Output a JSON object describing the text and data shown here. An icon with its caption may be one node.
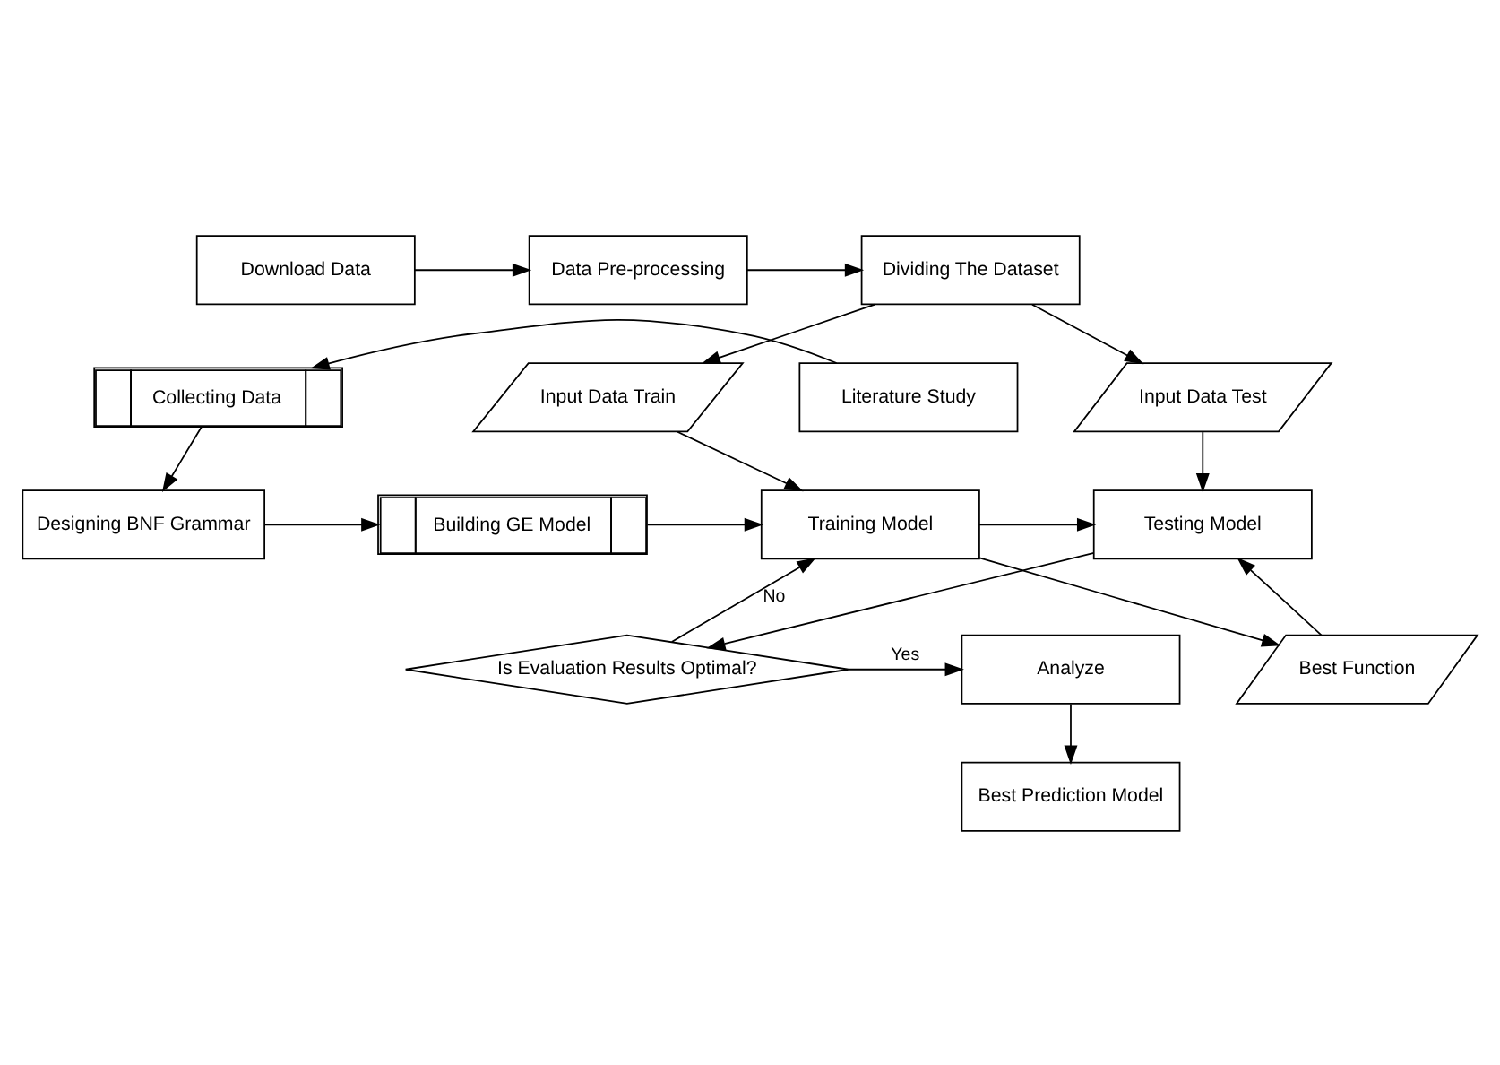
{
  "diagram": {
    "nodes": [
      {
        "text": [
          "Dividing The Dataset"
        ]
      },
      {
        "text": [
          "Data Pre-processing"
        ]
      },
      {
        "text": [
          "Download Data"
        ]
      },
      {
        "text": [
          "Input Data Test"
        ]
      },
      {
        "text": [
          "Input Data Train"
        ]
      },
      {
        "text": [
          "Literature Study"
        ]
      },
      {
        "text": [
          "Collecting Data"
        ]
      },
      {
        "text": [
          "Testing Model"
        ]
      },
      {
        "text": [
          "Training Model"
        ]
      },
      {
        "text": [
          "Building GE Model"
        ]
      },
      {
        "text": [
          "Designing BNF Grammar"
        ]
      },
      {
        "text": [
          "Best Function"
        ]
      },
      {
        "text": [
          "Best Prediction Model"
        ]
      },
      {
        "text": [
          "Is Evaluation Results Optimal?"
        ]
      },
      {
        "text": [
          "Analyze"
        ]
      }
    ],
    "edges": [
      {
        "from": 2,
        "to": 1,
        "arrow": "to"
      },
      {
        "from": 1,
        "to": 0,
        "arrow": "to"
      },
      {
        "from": 0,
        "to": 3,
        "arrow": "to"
      },
      {
        "from": 0,
        "to": 4,
        "arrow": "to"
      },
      {
        "from": 3,
        "to": 7,
        "arrow": "to"
      },
      {
        "from": 4,
        "to": 8,
        "arrow": "to"
      },
      {
        "from": 5,
        "to": 6,
        "arrow": "to"
      },
      {
        "from": 6,
        "to": 10,
        "arrow": "to"
      },
      {
        "from": 10,
        "to": 9,
        "arrow": "to"
      },
      {
        "from": 9,
        "to": 8,
        "arrow": "to"
      },
      {
        "from": 8,
        "to": 7,
        "arrow": "to"
      },
      {
        "from": 8,
        "to": 11,
        "arrow": "to"
      },
      {
        "from": 11,
        "to": 7,
        "arrow": "to"
      },
      {
        "from": 7,
        "to": 13,
        "arrow": "to"
      },
      {
        "from": 13,
        "to": 8,
        "arrow": "to",
        "label": "No"
      },
      {
        "from": 13,
        "to": 14,
        "arrow": "to",
        "label": "Yes"
      },
      {
        "from": 14,
        "to": 12,
        "arrow": "to"
      }
    ]
  }
}
